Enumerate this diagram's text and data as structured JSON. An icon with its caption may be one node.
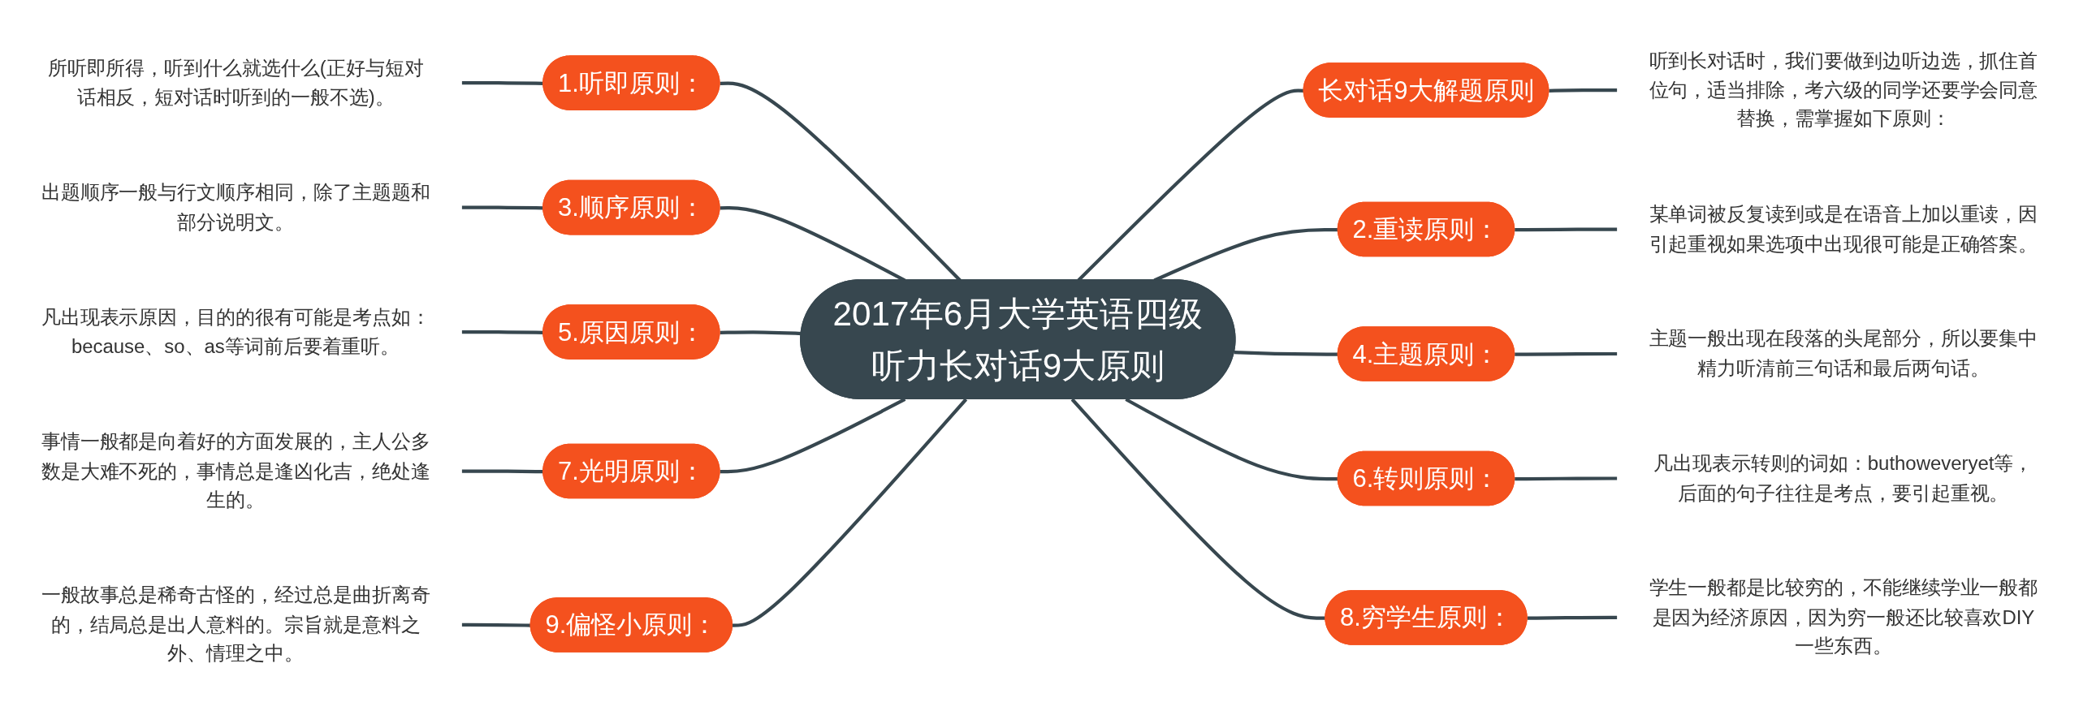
{
  "diagram": {
    "nodes": [
      {
        "text": [
          "2017年6月大学英语四级听力长对话9大原则"
        ]
      },
      {
        "text": [
          "1.听即原则："
        ]
      },
      {
        "text": [
          "所听即所得，听到什么就选什么(正好与短对话相反，短对话时听到的一般不选)。"
        ]
      },
      {
        "text": [
          "长对话9大解题原则"
        ]
      },
      {
        "text": [
          "听到长对话时，我们要做到边听边选，抓住首位句，适当排除，考六级的同学还要学会同意替换，需掌握如下原则："
        ]
      },
      {
        "text": [
          "2.重读原则："
        ]
      },
      {
        "text": [
          "某单词被反复读到或是在语音上加以重读，因引起重视如果选项中出现很可能是正确答案。"
        ]
      },
      {
        "text": [
          "3.顺序原则："
        ]
      },
      {
        "text": [
          "出题顺序一般与行文顺序相同，除了主题题和部分说明文。"
        ]
      },
      {
        "text": [
          "4.主题原则："
        ]
      },
      {
        "text": [
          "主题一般出现在段落的头尾部分，所以要集中精力听清前三句话和最后两句话。"
        ]
      },
      {
        "text": [
          "5.原因原则："
        ]
      },
      {
        "text": [
          "凡出现表示原因，目的的很有可能是考点如：because、so、as等词前后要着重听。"
        ]
      },
      {
        "text": [
          "6.转则原则："
        ]
      },
      {
        "text": [
          "凡出现表示转则的词如：buthoweveryet等，后面的句子往往是考点，要引起重视。"
        ]
      },
      {
        "text": [
          "7.光明原则："
        ]
      },
      {
        "text": [
          "事情一般都是向着好的方面发展的，主人公多数是大难不死的，事情总是逢凶化吉，绝处逢生的。"
        ]
      },
      {
        "text": [
          "8.穷学生原则："
        ]
      },
      {
        "text": [
          "学生一般都是比较穷的，不能继续学业一般都是因为经济原因，因为穷一般还比较喜欢DIY一些东西。"
        ]
      },
      {
        "text": [
          "9.偏怪小原则："
        ]
      },
      {
        "text": [
          "一般故事总是稀奇古怪的，经过总是曲折离奇的，结局总是出人意料的。宗旨就是意料之外、情理之中。"
        ]
      }
    ],
    "edges": [
      {
        "from": 0,
        "to": 1,
        "arrow": "none"
      },
      {
        "from": 1,
        "to": 2,
        "arrow": "none"
      },
      {
        "from": 0,
        "to": 3,
        "arrow": "none"
      },
      {
        "from": 3,
        "to": 4,
        "arrow": "none"
      },
      {
        "from": 0,
        "to": 5,
        "arrow": "none"
      },
      {
        "from": 5,
        "to": 6,
        "arrow": "none"
      },
      {
        "from": 0,
        "to": 7,
        "arrow": "none"
      },
      {
        "from": 7,
        "to": 8,
        "arrow": "none"
      },
      {
        "from": 0,
        "to": 9,
        "arrow": "none"
      },
      {
        "from": 9,
        "to": 10,
        "arrow": "none"
      },
      {
        "from": 0,
        "to": 11,
        "arrow": "none"
      },
      {
        "from": 11,
        "to": 12,
        "arrow": "none"
      },
      {
        "from": 0,
        "to": 13,
        "arrow": "none"
      },
      {
        "from": 13,
        "to": 14,
        "arrow": "none"
      },
      {
        "from": 0,
        "to": 15,
        "arrow": "none"
      },
      {
        "from": 15,
        "to": 16,
        "arrow": "none"
      },
      {
        "from": 0,
        "to": 17,
        "arrow": "none"
      },
      {
        "from": 17,
        "to": 18,
        "arrow": "none"
      },
      {
        "from": 0,
        "to": 19,
        "arrow": "none"
      },
      {
        "from": 19,
        "to": 20,
        "arrow": "none"
      }
    ]
  }
}
